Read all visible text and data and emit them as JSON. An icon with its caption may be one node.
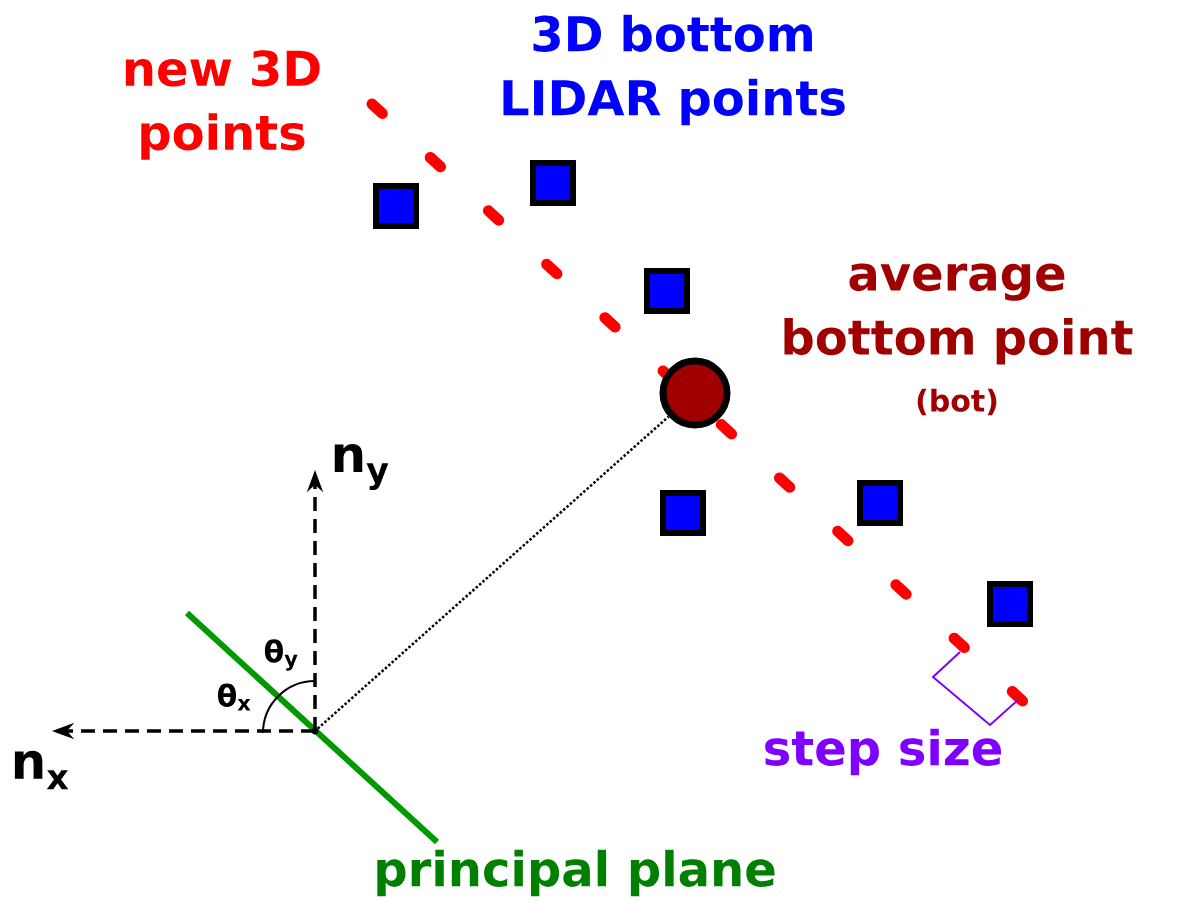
{
  "diagram": {
    "nodes": [
      {
        "text": [],
        "shape": "box"
      },
      {
        "text": [],
        "shape": "box"
      },
      {
        "text": [],
        "shape": "box"
      },
      {
        "text": [],
        "shape": "circle",
        "beside": [
          "average bottom point",
          "(bot)"
        ]
      },
      {
        "text": [],
        "shape": "box"
      },
      {
        "text": [],
        "shape": "box"
      },
      {
        "text": [],
        "shape": "box"
      },
      {
        "text": [],
        "shape": "circle"
      }
    ],
    "edges": [
      {
        "from": 7,
        "to": 3,
        "arrow": "none"
      }
    ],
    "labels": [
      "new 3D points",
      "3D bottom LIDAR points",
      "n$_{y}$",
      "θ$_{y}$",
      "θ$_{x}$",
      "n$_{x}$",
      "step size",
      "principal plane"
    ]
  }
}
